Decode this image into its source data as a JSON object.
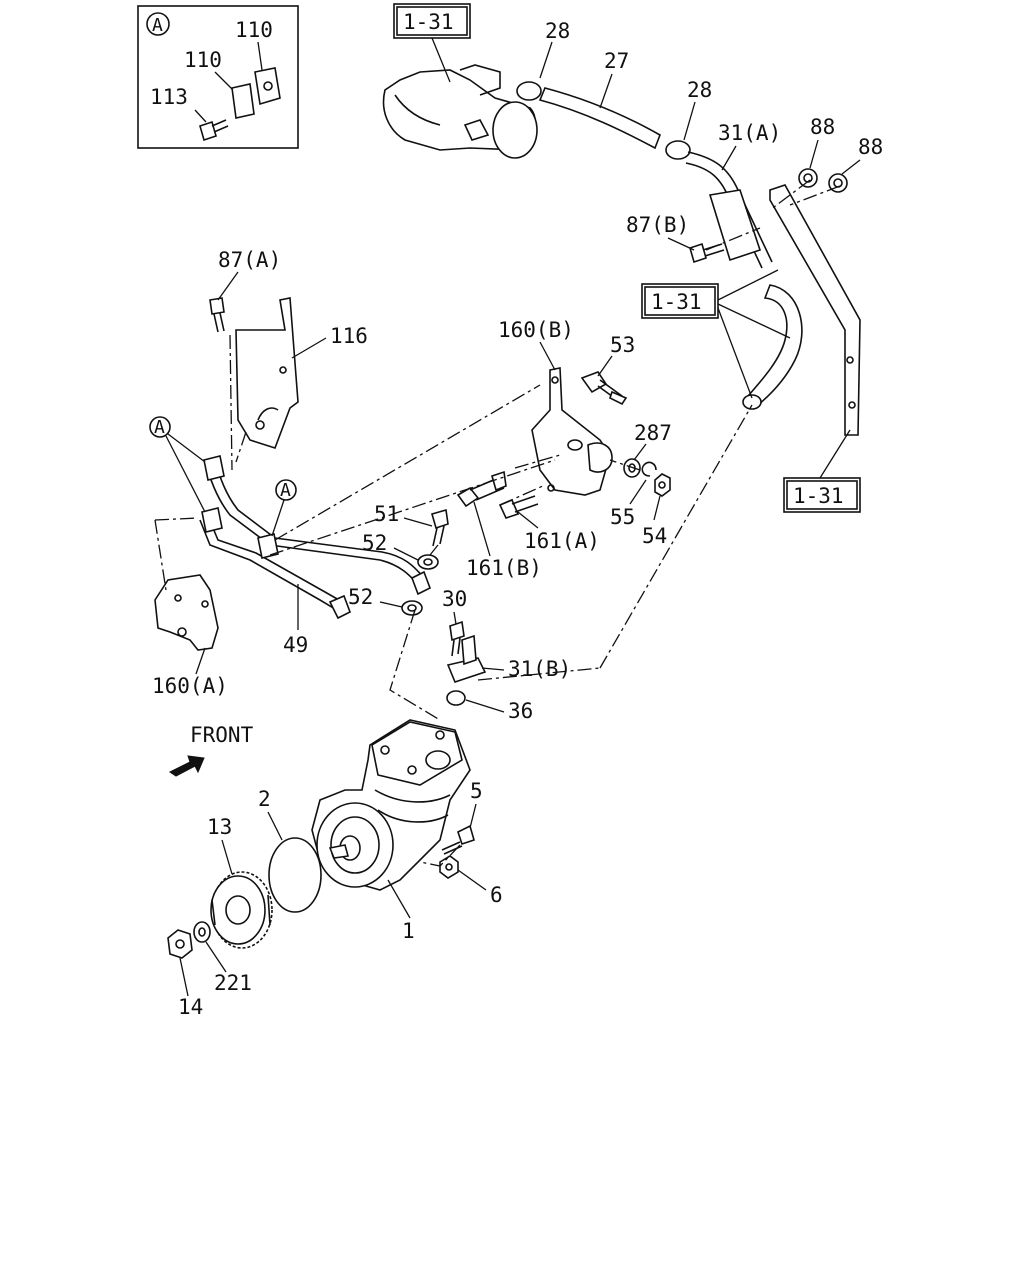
{
  "inset": {
    "circle_letter": "A",
    "parts": [
      "110",
      "110",
      "113"
    ]
  },
  "refs": {
    "r1": "1-31",
    "r2": "1-31",
    "r3": "1-31"
  },
  "labels": {
    "p28a": "28",
    "p27": "27",
    "p28b": "28",
    "p31a": "31(A)",
    "p88a": "88",
    "p88b": "88",
    "p87b": "87(B)",
    "p87a": "87(A)",
    "p116": "116",
    "p160b": "160(B)",
    "p53": "53",
    "p287": "287",
    "p55": "55",
    "p54": "54",
    "p51": "51",
    "p52a": "52",
    "p52b": "52",
    "p161a": "161(A)",
    "p161b": "161(B)",
    "p30": "30",
    "p31b": "31(B)",
    "p36": "36",
    "p49": "49",
    "p160a": "160(A)",
    "p5": "5",
    "p6": "6",
    "p1": "1",
    "p2": "2",
    "p13": "13",
    "p221": "221",
    "p14": "14"
  },
  "callouts": {
    "c1": "A",
    "c2": "A"
  },
  "front_label": "FRONT"
}
